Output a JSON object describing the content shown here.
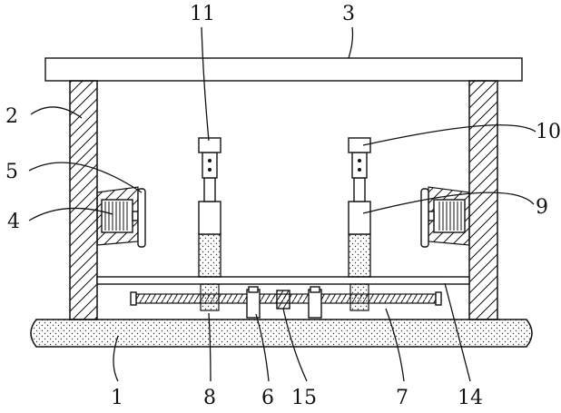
{
  "diagram": {
    "labels": {
      "l1": "1",
      "l2": "2",
      "l3": "3",
      "l4": "4",
      "l5": "5",
      "l6": "6",
      "l7": "7",
      "l8": "8",
      "l9": "9",
      "l10": "10",
      "l11": "11",
      "l14": "14",
      "l15": "15"
    }
  }
}
